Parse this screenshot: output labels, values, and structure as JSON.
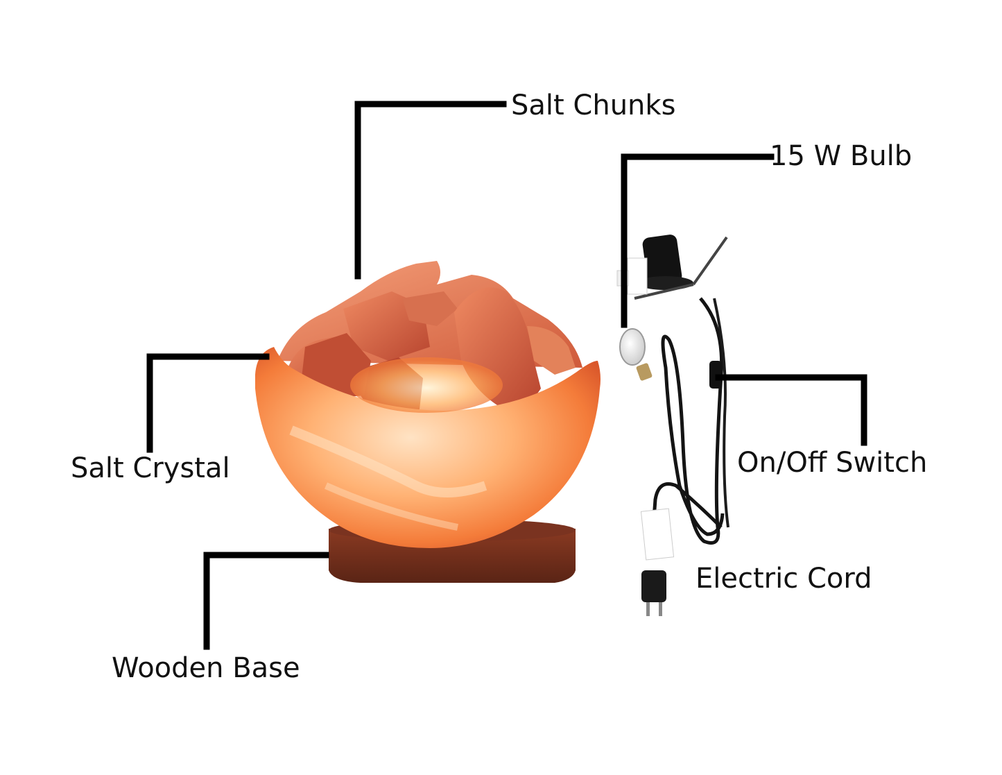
{
  "labels": {
    "salt_chunks": "Salt Chunks",
    "bulb": "15 W Bulb",
    "salt_crystal": "Salt Crystal",
    "switch": "On/Off Switch",
    "cord": "Electric Cord",
    "base": "Wooden Base"
  },
  "colors": {
    "leader_line": "#000000",
    "bowl_light": "#ffc38a",
    "bowl_mid": "#f68a3f",
    "bowl_dark": "#d7542c",
    "chunk": "#c9533a",
    "wood": "#6a2c1c",
    "cord": "#111111"
  }
}
